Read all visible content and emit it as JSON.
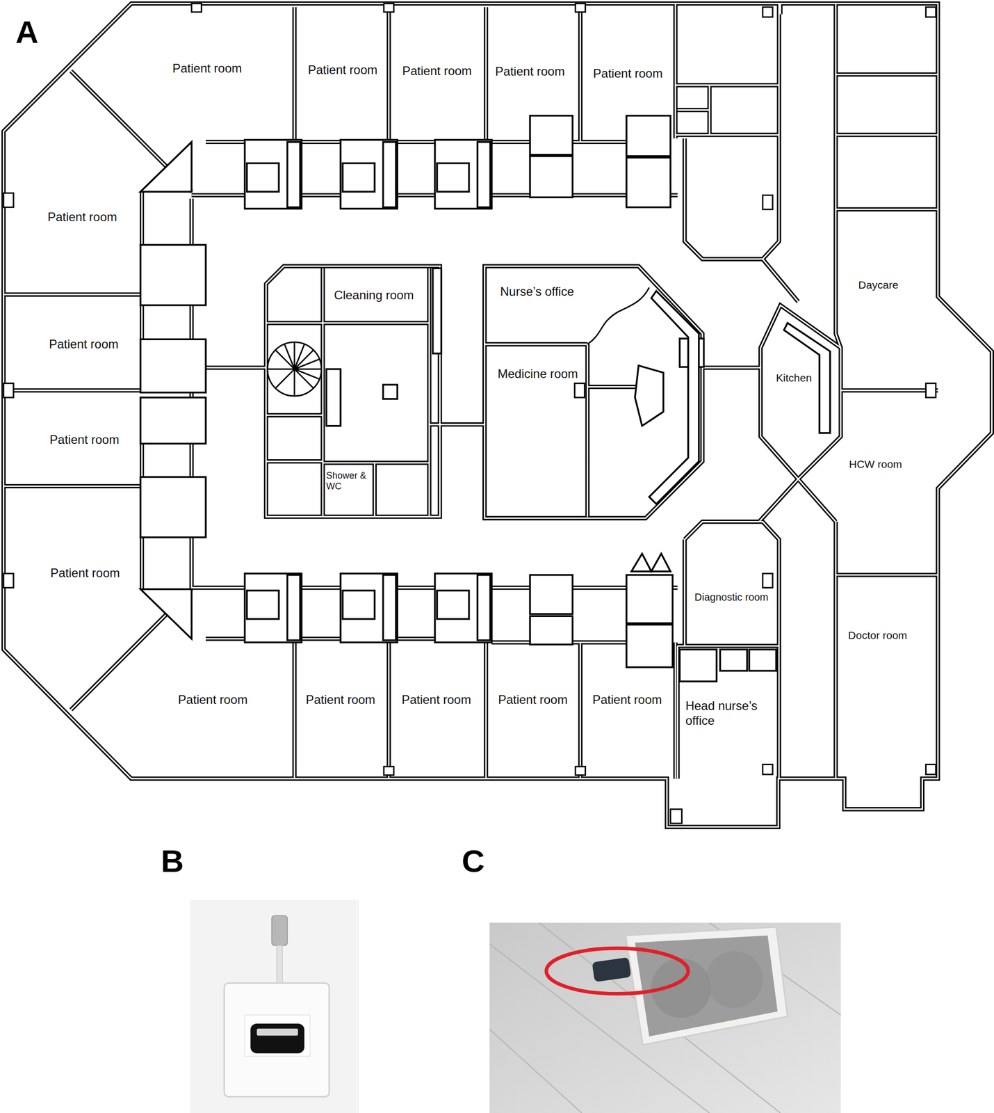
{
  "diagram": {
    "nodes": [
      {
        "text": [
          "Patient room"
        ]
      },
      {
        "text": [
          "Patient room"
        ]
      },
      {
        "text": [
          "Patient room"
        ]
      },
      {
        "text": [
          "Patient room"
        ]
      },
      {
        "text": [
          "Patient room"
        ]
      },
      {
        "text": [
          "Patient room"
        ]
      },
      {
        "text": [
          "Cleaning room"
        ]
      },
      {
        "text": [
          "Nurse’s office"
        ]
      },
      {
        "text": [
          "Daycare"
        ]
      },
      {
        "text": [
          "Patient room"
        ]
      },
      {
        "text": [
          "Kitchen"
        ]
      },
      {
        "text": [
          "Medicine room"
        ]
      },
      {
        "text": [
          "Patient room"
        ]
      },
      {
        "text": [
          "HCW room"
        ]
      },
      {
        "text": [
          "Shower & WC"
        ]
      },
      {
        "text": [
          "Patient room"
        ]
      },
      {
        "text": [
          "Diagnostic room"
        ]
      },
      {
        "text": [
          "Doctor room"
        ]
      },
      {
        "text": [
          "Patient room"
        ]
      },
      {
        "text": [
          "Patient room"
        ]
      },
      {
        "text": [
          "Patient room"
        ]
      },
      {
        "text": [
          "Patient room"
        ]
      },
      {
        "text": [
          "Patient room"
        ]
      },
      {
        "text": [
          "Head nurse’s office"
        ]
      }
    ],
    "labels": [
      "A",
      "B",
      "C"
    ]
  }
}
